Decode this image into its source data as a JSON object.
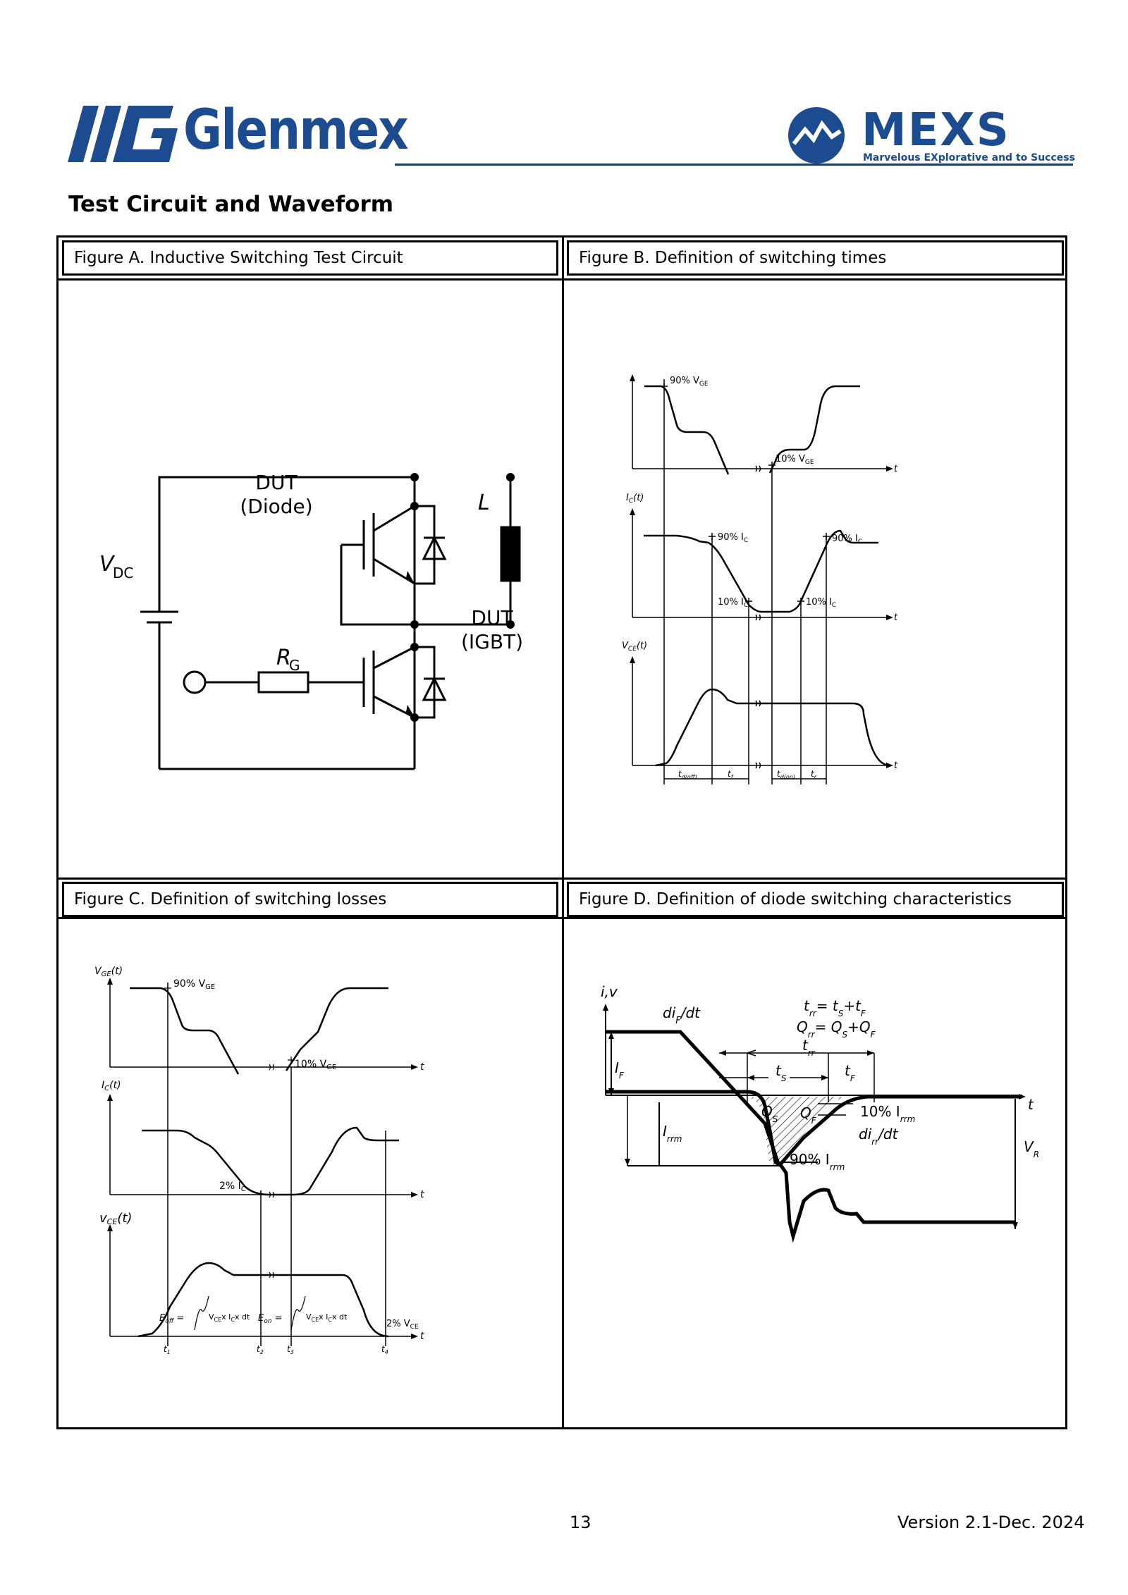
{
  "header": {
    "brand_name": "Glenmex",
    "partner_name": "MEXS",
    "partner_tagline": "Marvelous EXplorative and to Success"
  },
  "section_title": "Test Circuit and Waveform",
  "figures": {
    "a": {
      "caption": "Figure A. Inductive Switching Test Circuit",
      "labels": {
        "dut_diode_1": "DUT",
        "dut_diode_2": "(Diode)",
        "inductor": "L",
        "vdc": "V",
        "vdc_sub": "DC",
        "rg": "R",
        "rg_sub": "G",
        "dut_igbt_1": "DUT",
        "dut_igbt_2": "(IGBT)"
      }
    },
    "b": {
      "caption": "Figure B. Definition of switching times",
      "labels": {
        "vge90": "90% V",
        "vge90_sub": "GE",
        "vge10": "10% V",
        "vge10_sub": "GE",
        "ic_axis": "I",
        "ic_axis_sub": "C",
        "ic_axis_tail": "(t)",
        "ic90a": "90% I",
        "ic90b": "90% I",
        "ic10a": "10% I",
        "ic10b": "10% I",
        "ic_sub": "C",
        "vce_axis": "V",
        "vce_axis_sub": "CE",
        "vce_axis_tail": "(t)",
        "t": "t",
        "tdoff": "t",
        "tdoff_sub": "d(off)",
        "tf": "t",
        "tf_sub": "f",
        "tdon": "t",
        "tdon_sub": "d(on)",
        "tr": "t",
        "tr_sub": "r"
      }
    },
    "c": {
      "caption": "Figure C. Definition of switching losses",
      "labels": {
        "vge_axis": "V",
        "vge_axis_sub": "GE",
        "vge_axis_tail": "(t)",
        "vge90": "90% V",
        "vge90_sub": "GE",
        "vge10": "10% V",
        "vge10_sub": "GE",
        "ic_axis": "I",
        "ic_axis_sub": "C",
        "ic_axis_tail": "(t)",
        "ic2": "2% I",
        "ic2_sub": "C",
        "vce_axis": "v",
        "vce_axis_sub": "CE",
        "vce_axis_tail": "(t)",
        "eoff": "E",
        "eoff_sub": "off",
        "eon": "E",
        "eon_sub": "on",
        "vce2": "2% V",
        "vce2_sub": "CE",
        "t": "t",
        "t1": "t",
        "t2": "t",
        "t3": "t",
        "t4": "t",
        "n1": "1",
        "n2": "2",
        "n3": "3",
        "n4": "4",
        "integrand": "V",
        "integrand_sub": "CE",
        "times": "x I",
        "times_sub": "C",
        "dt": "x dt"
      }
    },
    "d": {
      "caption": "Figure D. Definition of diode switching characteristics",
      "labels": {
        "axis": "i,v",
        "t": "t",
        "dif": "di",
        "dif_sub": "F",
        "dif_tail": "/dt",
        "trr_eq": "t",
        "trr_eq_sub": "rr",
        "eq1": "= t",
        "eq1_sub": "S",
        "eq1b": "+t",
        "eq1b_sub": "F",
        "qrr_eq": "Q",
        "qrr_eq_sub": "rr",
        "eq2": "= Q",
        "eq2_sub": "S",
        "eq2b": "+Q",
        "eq2b_sub": "F",
        "trr": "t",
        "trr_sub": "rr",
        "ts": "t",
        "ts_sub": "S",
        "tf": "t",
        "tf_sub": "F",
        "if": "I",
        "if_sub": "F",
        "irrm": "I",
        "irrm_sub": "rrm",
        "qs": "Q",
        "qs_sub": "S",
        "qf": "Q",
        "qf_sub": "F",
        "irrm10": "10% I",
        "irrm10_sub": "rrm",
        "dirr": "di",
        "dirr_sub": "rr",
        "dirr_tail": "/dt",
        "irrm90": "90% I",
        "irrm90_sub": "rrm",
        "vr": "V",
        "vr_sub": "R"
      }
    }
  },
  "footer": {
    "page_number": "13",
    "version": "Version 2.1-Dec. 2024"
  }
}
